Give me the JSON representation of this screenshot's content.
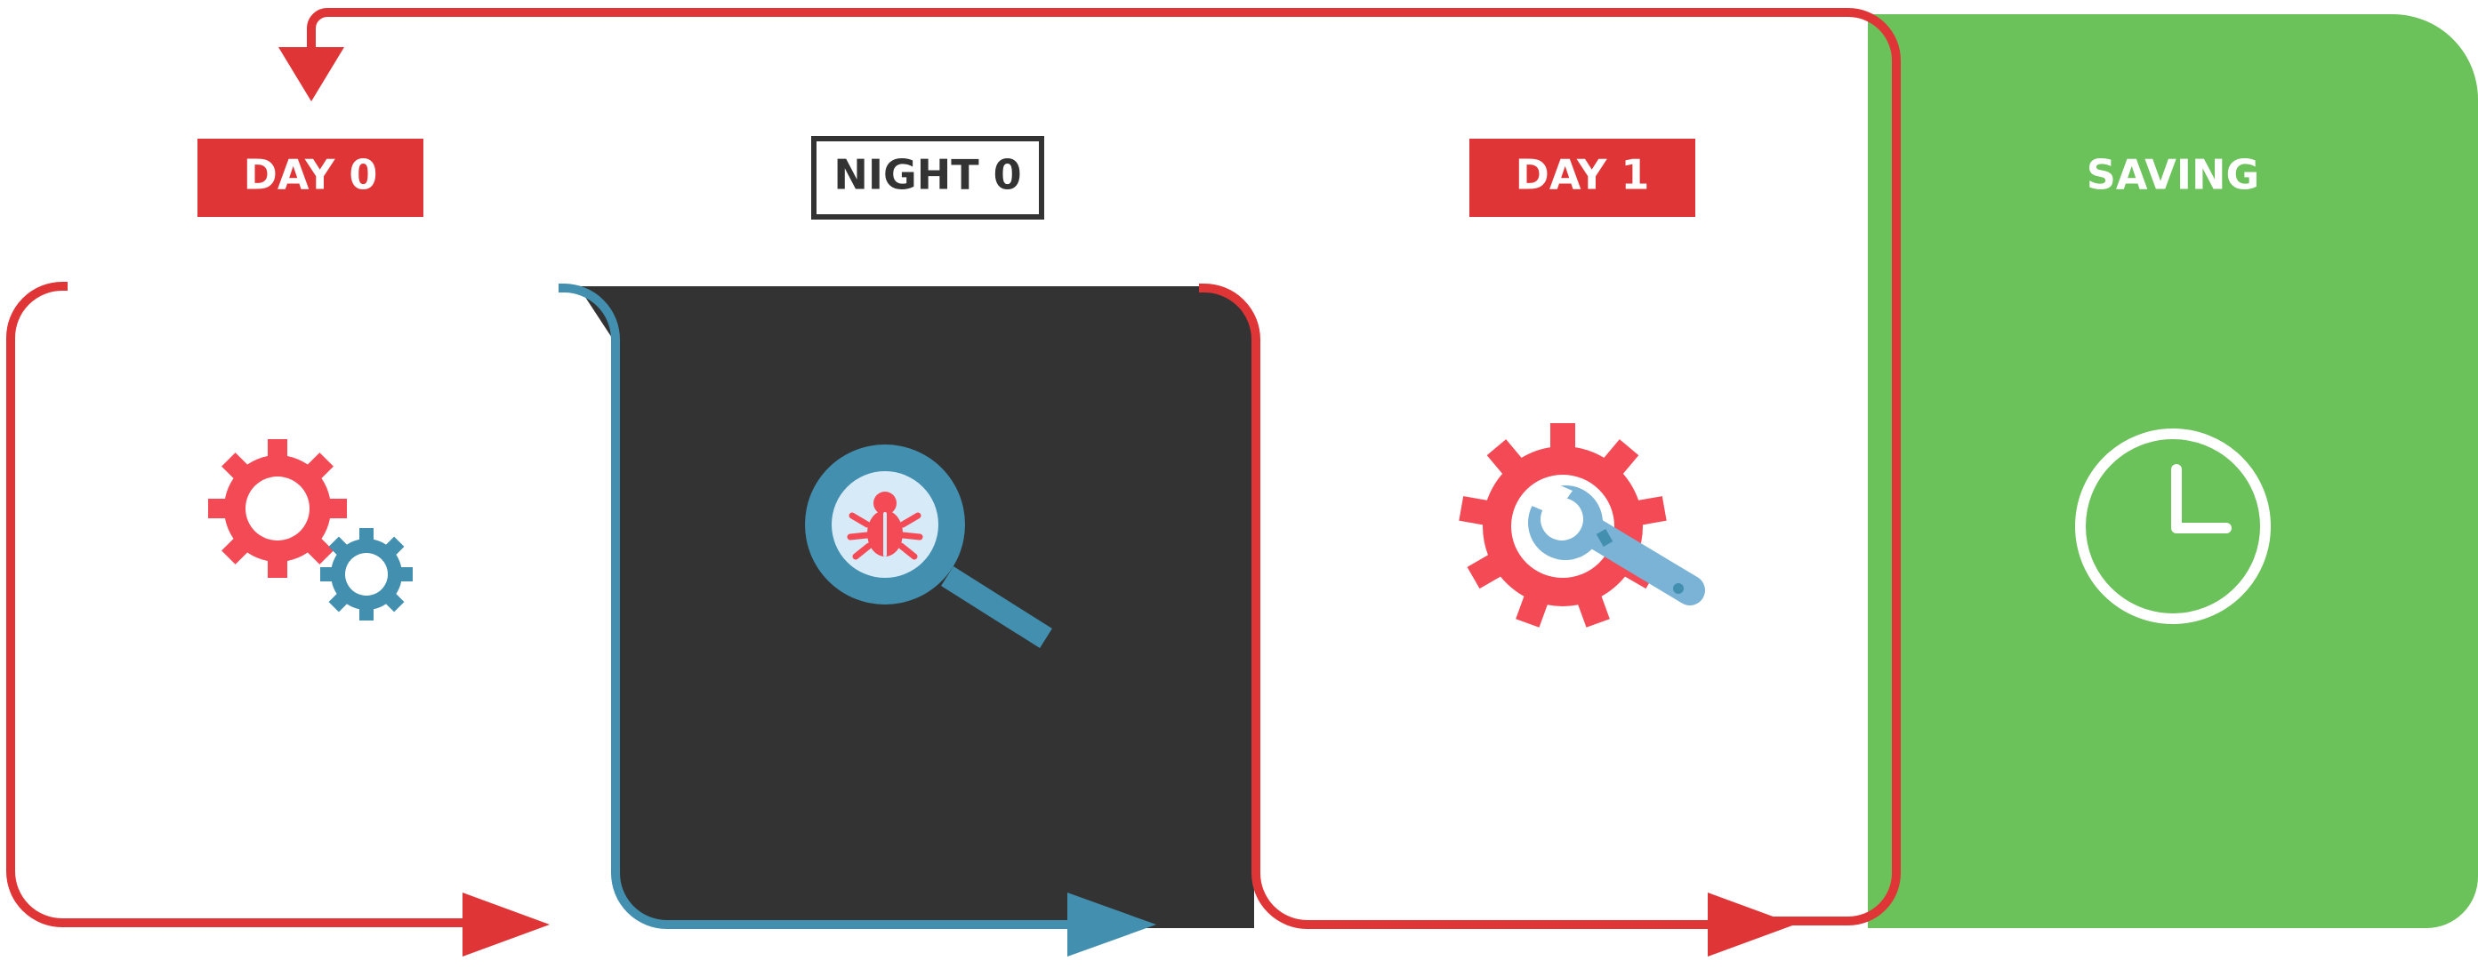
{
  "labels": {
    "day0": "DAY 0",
    "night0": "NIGHT 0",
    "day1": "DAY 1",
    "saving": "SAVING"
  },
  "icons": {
    "day0": "gears-icon",
    "night0": "bug-search-icon",
    "day1": "gear-wrench-icon",
    "saving": "clock-icon"
  },
  "colors": {
    "red": "#e03537",
    "blue": "#428faf",
    "dark": "#333333",
    "green": "#6bc15a",
    "gear_red": "#f44a55",
    "light_blue": "#d6eaf7",
    "wrench_blue": "#7bb3d6",
    "white": "#ffffff"
  }
}
